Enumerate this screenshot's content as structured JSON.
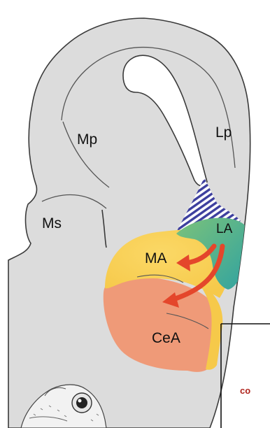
{
  "labels": {
    "mp": "Mp",
    "lp": "Lp",
    "ms": "Ms",
    "la": "LA",
    "ma": "MA",
    "cea": "CeA",
    "inset_fragment": "co"
  },
  "colors": {
    "brain_fill": "#dcdcdc",
    "outline": "#3a3a3a",
    "hatch_blue": "#3d3f9e",
    "la_green": "#63b77a",
    "la_teal": "#3aa79c",
    "ma_yellow": "#f8cf55",
    "cea_salmon": "#ef9a78",
    "arrow_red": "#e4462b",
    "inset_text": "#b0241c"
  },
  "icons": {
    "toad": "toad-illustration-icon"
  }
}
